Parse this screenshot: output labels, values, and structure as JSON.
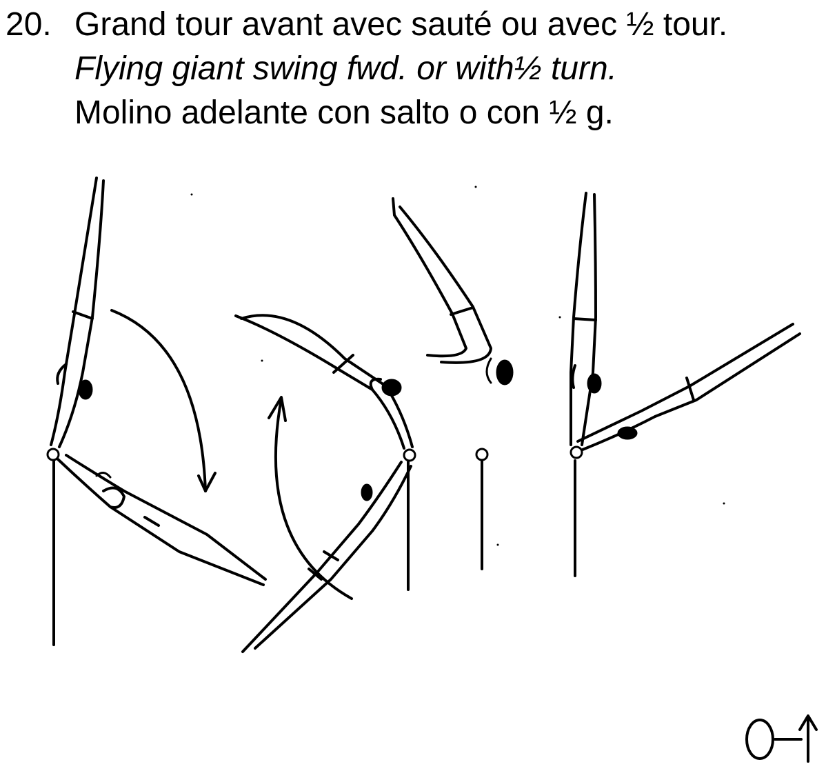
{
  "element": {
    "number": "20.",
    "title_fr": "Grand tour avant avec sauté ou avec ½ tour.",
    "title_en": "Flying giant swing fwd. or with½ turn.",
    "title_es": "Molino adelante con salto o con ½ g."
  },
  "figure": {
    "description_icon": "gymnast-bar-sequence",
    "symbol_icon": "circle-dash-up-arrow-icon"
  }
}
